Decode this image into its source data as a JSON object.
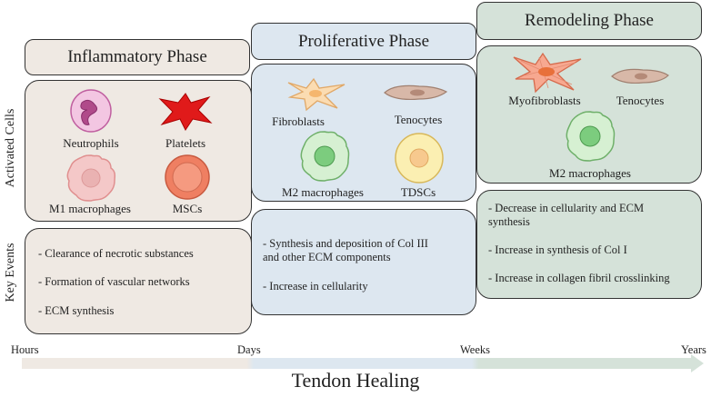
{
  "side_labels": {
    "cells": "Activated Cells",
    "events": "Key Events"
  },
  "phases": {
    "inflammatory": {
      "title": "Inflammatory Phase",
      "cells": [
        "Neutrophils",
        "Platelets",
        "M1 macrophages",
        "MSCs"
      ],
      "events": [
        "- Clearance of necrotic substances",
        "- Formation of vascular networks",
        "- ECM synthesis"
      ],
      "color": "#efe9e3"
    },
    "proliferative": {
      "title": "Proliferative Phase",
      "cells": [
        "Fibroblasts",
        "Tenocytes",
        "M2 macrophages",
        "TDSCs"
      ],
      "events": [
        "- Synthesis and deposition of  Col III",
        "and other ECM components",
        "- Increase in cellularity"
      ],
      "color": "#dde7f0"
    },
    "remodeling": {
      "title": "Remodeling Phase",
      "cells": [
        "Myofibroblasts",
        "Tenocytes",
        "M2 macrophages"
      ],
      "events": [
        "- Decrease in cellularity and ECM",
        "synthesis",
        "- Increase in synthesis of Col I",
        "- Increase in collagen fibril crosslinking"
      ],
      "color": "#d5e2d9"
    }
  },
  "timeline": {
    "ticks": [
      "Hours",
      "Days",
      "Weeks",
      "Years"
    ],
    "title": "Tendon Healing"
  }
}
